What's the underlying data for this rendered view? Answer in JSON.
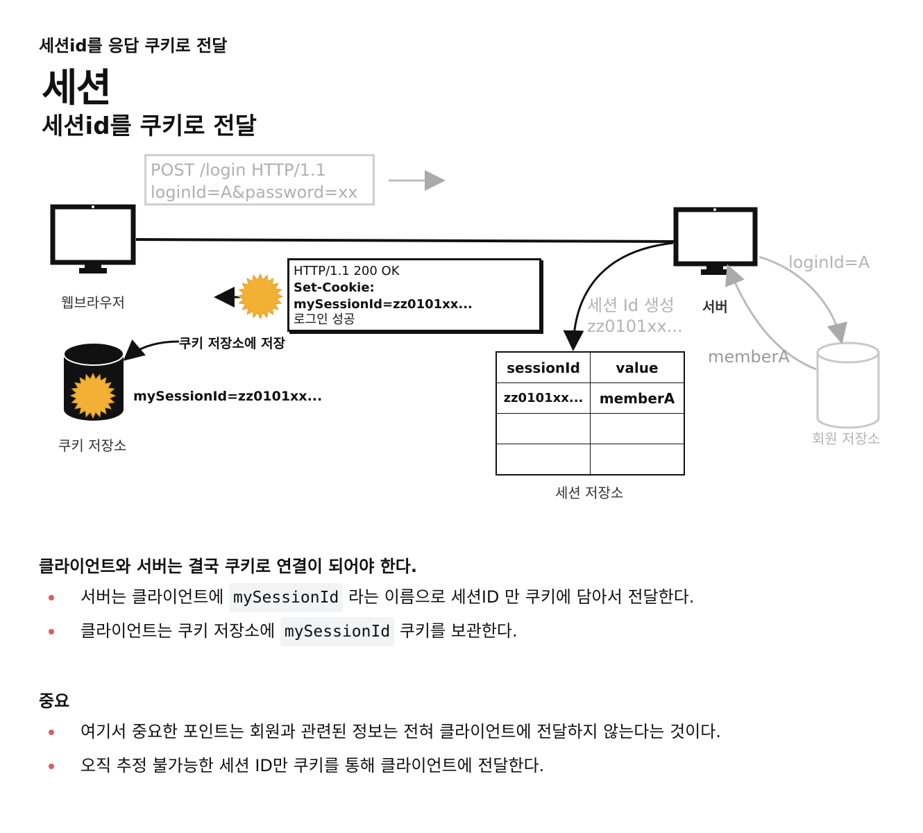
{
  "heading": "세션id를 응답 쿠키로 전달",
  "slide": {
    "title": "세션",
    "subtitle": "세션id를 쿠키로 전달",
    "request_box": {
      "line1": "POST /login HTTP/1.1",
      "line2": "loginId=A&password=xx"
    },
    "response_box": {
      "line1": "HTTP/1.1 200 OK",
      "line2": "Set-Cookie: mySessionId=zz0101xx...",
      "line3": "로그인 성공"
    },
    "labels": {
      "browser": "웹브라우저",
      "server": "서버",
      "cookie_store": "쿠키 저장소",
      "cookie_store_action": "쿠키 저장소에 저장",
      "cookie_value": "mySessionId=zz0101xx...",
      "login_id": "loginId=A",
      "member": "memberA",
      "session_create": "세션 Id 생성",
      "session_id": "zz0101xx...",
      "member_store": "회원 저장소",
      "session_store": "세션 저장소"
    },
    "session_table": {
      "headers": [
        "sessionId",
        "value"
      ],
      "rows": [
        [
          "zz0101xx...",
          "memberA"
        ],
        [
          "",
          ""
        ],
        [
          "",
          ""
        ]
      ]
    }
  },
  "section1": {
    "title": "클라이언트와 서버는 결국 쿠키로 연결이 되어야 한다.",
    "items": [
      {
        "before": "서버는 클라이언트에 ",
        "code": "mySessionId",
        "after": " 라는 이름으로 세션ID 만 쿠키에 담아서 전달한다."
      },
      {
        "before": "클라이언트는 쿠키 저장소에 ",
        "code": "mySessionId",
        "after": " 쿠키를 보관한다."
      }
    ]
  },
  "section2": {
    "title": "중요",
    "items": [
      "여기서 중요한 포인트는 회원과 관련된 정보는 전혀 클라이언트에 전달하지 않는다는 것이다.",
      "오직 추정 불가능한 세션 ID만 쿠키를 통해 클라이언트에 전달한다."
    ]
  }
}
